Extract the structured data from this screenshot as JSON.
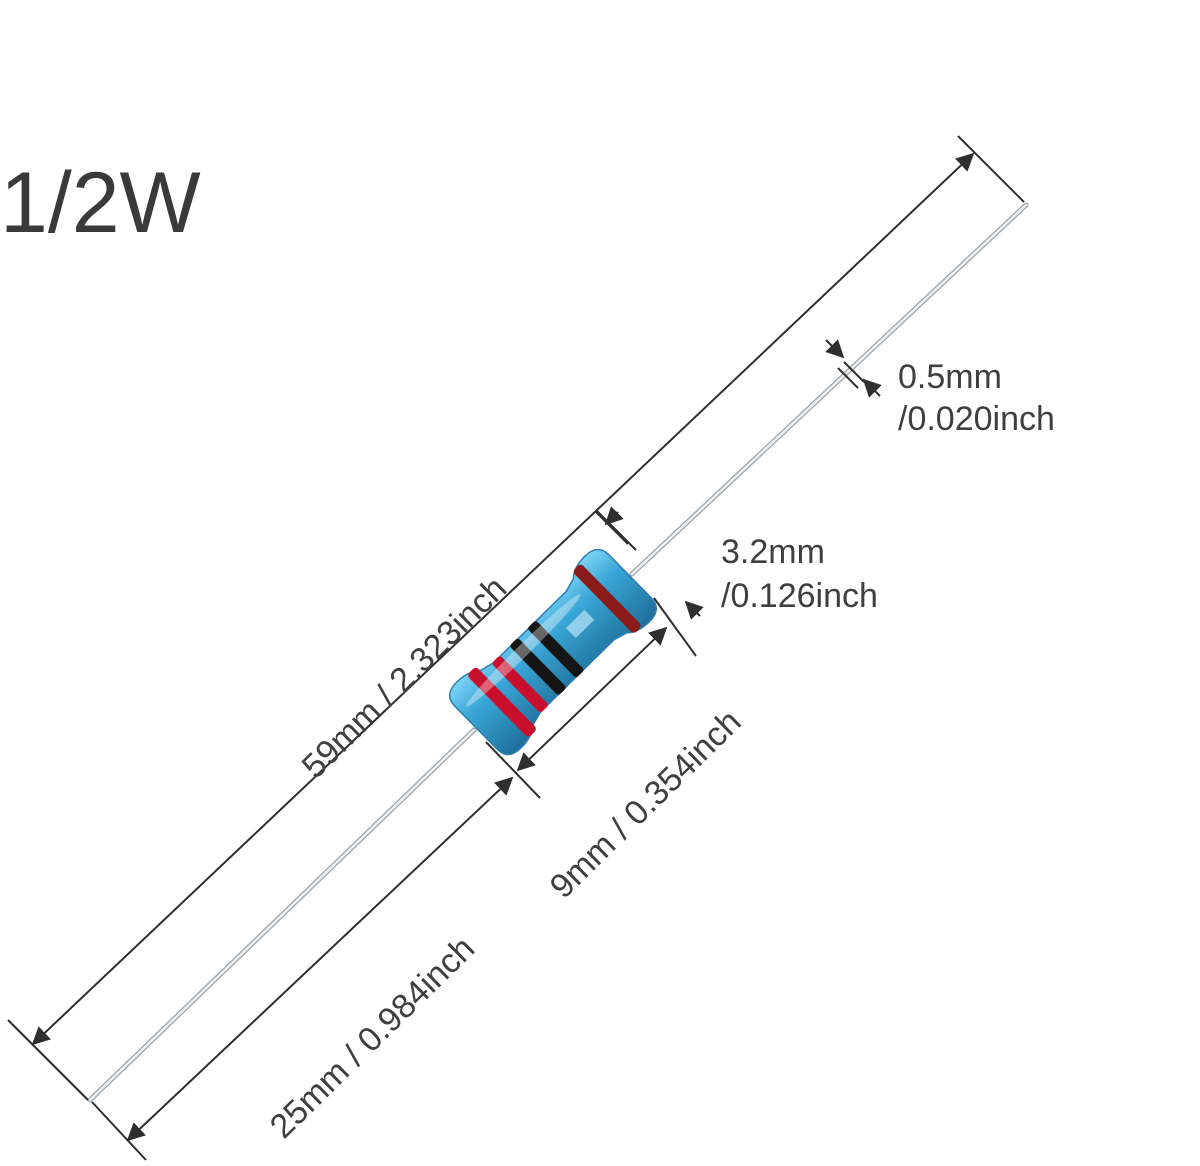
{
  "title": "1/2W",
  "dimensions": {
    "overall_length": "59mm / 2.323inch",
    "lead_length": "25mm / 0.984inch",
    "body_length": "9mm / 0.354inch",
    "body_diameter_line1": "3.2mm",
    "body_diameter_line2": "/0.126inch",
    "lead_diameter_line1": "0.5mm",
    "lead_diameter_line2": "/0.020inch"
  },
  "colors": {
    "body": "#3aa6d6",
    "band_red": "#c8102e",
    "band_black": "#151515",
    "lead": "#d9dde0",
    "dimension_line": "#2f2f2f"
  }
}
